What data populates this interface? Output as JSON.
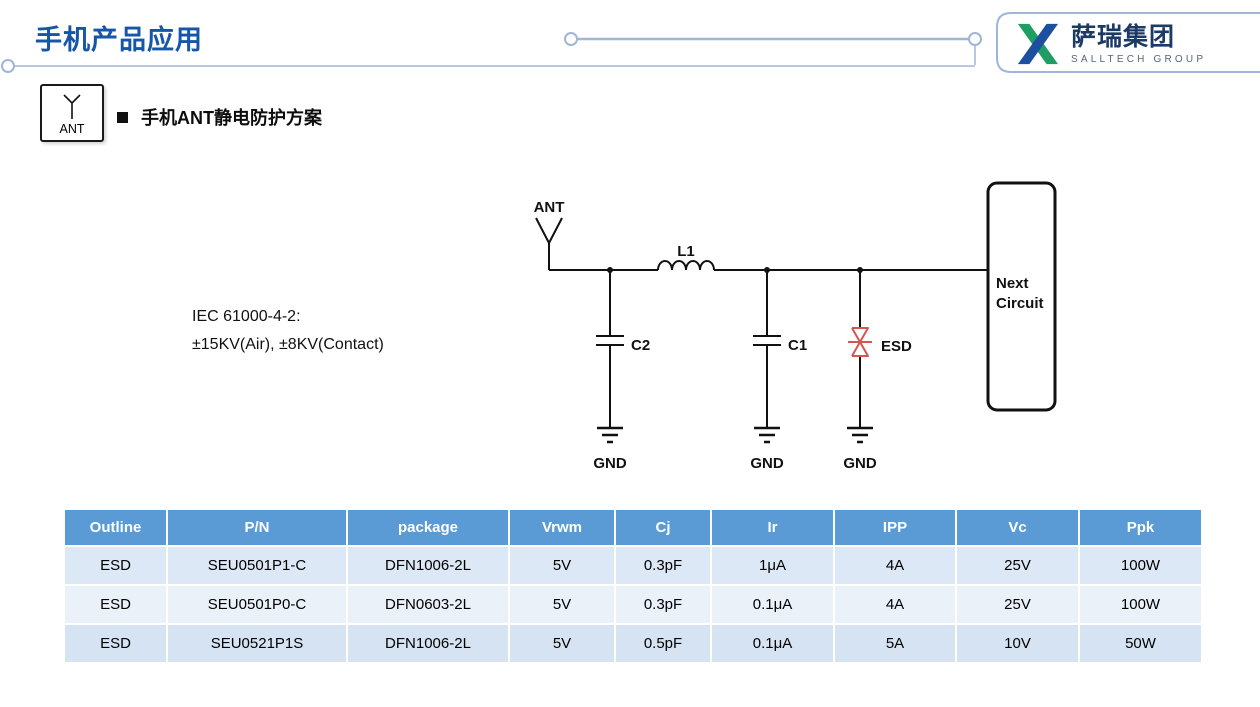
{
  "header": {
    "title": "手机产品应用",
    "logo": {
      "brand_cn": "萨瑞集团",
      "brand_en": "SALLTECH GROUP"
    }
  },
  "section": {
    "icon_label": "ANT",
    "heading": "手机ANT静电防护方案"
  },
  "circuit": {
    "ant_label": "ANT",
    "inductor_label": "L1",
    "cap2_label": "C2",
    "cap1_label": "C1",
    "esd_label": "ESD",
    "next_circuit_line1": "Next",
    "next_circuit_line2": "Circuit",
    "gnd_labels": [
      "GND",
      "GND",
      "GND"
    ],
    "iec_line1": "IEC 61000-4-2:",
    "iec_line2": "±15KV(Air), ±8KV(Contact)"
  },
  "table": {
    "headers": [
      "Outline",
      "P/N",
      "package",
      "Vrwm",
      "Cj",
      "Ir",
      "IPP",
      "Vc",
      "Ppk"
    ],
    "rows": [
      [
        "ESD",
        "SEU0501P1-C",
        "DFN1006-2L",
        "5V",
        "0.3pF",
        "1μA",
        "4A",
        "25V",
        "100W"
      ],
      [
        "ESD",
        "SEU0501P0-C",
        "DFN0603-2L",
        "5V",
        "0.3pF",
        "0.1μA",
        "4A",
        "25V",
        "100W"
      ],
      [
        "ESD",
        "SEU0521P1S",
        "DFN1006-2L",
        "5V",
        "0.5pF",
        "0.1μA",
        "5A",
        "10V",
        "50W"
      ]
    ]
  },
  "colors": {
    "title_blue": "#1556A8",
    "brand_navy": "#1B3A66",
    "table_header_bg": "#5B9BD5",
    "row_band_dark": "#DCE8F5",
    "row_band_light": "#EAF1F9",
    "esd_red": "#D9534F",
    "decor_line": "#9FB6D6",
    "logo_green": "#1E9E62",
    "logo_blue": "#1C4FA0"
  }
}
